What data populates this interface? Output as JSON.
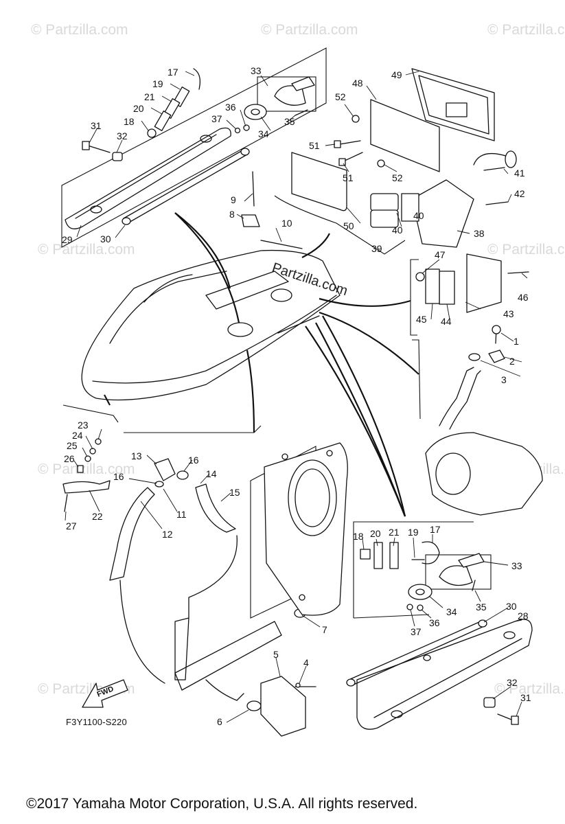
{
  "watermark": {
    "brand": "© Partzilla.com",
    "center": "Partzilla.com"
  },
  "diagram_code": "F3Y1100-S220",
  "fwd_label": "FWD",
  "copyright": "©2017  Yamaha Motor Corporation, U.S.A. All rights reserved.",
  "callouts": {
    "c1": "1",
    "c2": "2",
    "c3": "3",
    "c4": "4",
    "c5": "5",
    "c6": "6",
    "c7": "7",
    "c8": "8",
    "c9": "9",
    "c10": "10",
    "c11": "11",
    "c12": "12",
    "c13": "13",
    "c14": "14",
    "c15": "15",
    "c16a": "16",
    "c16b": "16",
    "c17a": "17",
    "c17b": "17",
    "c18a": "18",
    "c18b": "18",
    "c19a": "19",
    "c19b": "19",
    "c20a": "20",
    "c20b": "20",
    "c21a": "21",
    "c21b": "21",
    "c22": "22",
    "c23": "23",
    "c24": "24",
    "c25": "25",
    "c26": "26",
    "c27": "27",
    "c28": "28",
    "c29": "29",
    "c30a": "30",
    "c30b": "30",
    "c31a": "31",
    "c31b": "31",
    "c32a": "32",
    "c32b": "32",
    "c33a": "33",
    "c33b": "33",
    "c34a": "34",
    "c34b": "34",
    "c35a": "35",
    "c35b": "35",
    "c36a": "36",
    "c36b": "36",
    "c37a": "37",
    "c37b": "37",
    "c38": "38",
    "c39": "39",
    "c40a": "40",
    "c40b": "40",
    "c41": "41",
    "c42": "42",
    "c43": "43",
    "c44": "44",
    "c45": "45",
    "c46": "46",
    "c47": "47",
    "c48": "48",
    "c49": "49",
    "c50": "50",
    "c51a": "51",
    "c51b": "51",
    "c52a": "52",
    "c52b": "52"
  }
}
